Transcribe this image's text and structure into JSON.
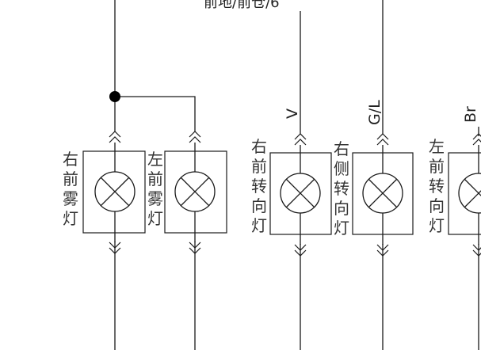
{
  "top_label": "前地/前仓/6",
  "lamps": [
    {
      "id": "right-front-fog",
      "label": "右前雾灯"
    },
    {
      "id": "left-front-fog",
      "label": "左前雾灯"
    },
    {
      "id": "right-front-turn",
      "label": "右前转向灯"
    },
    {
      "id": "right-side-turn",
      "label": "右侧转向灯"
    },
    {
      "id": "left-front-turn",
      "label": "左前转向灯"
    }
  ],
  "wire_labels": [
    {
      "id": "v",
      "text": "V"
    },
    {
      "id": "gl",
      "text": "G/L"
    },
    {
      "id": "br",
      "text": "Br"
    }
  ]
}
